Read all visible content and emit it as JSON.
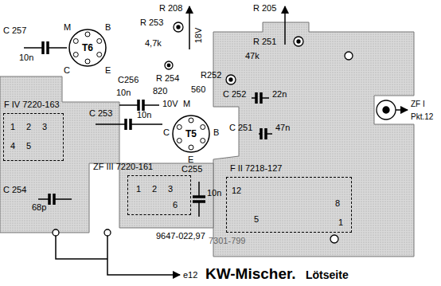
{
  "diagram": {
    "title": "KW-Mischer.",
    "nodes": [
      {
        "text": [
          "T6"
        ]
      },
      {
        "text": [
          "T5"
        ]
      },
      {
        "text": [
          "F IV 7220-163",
          "1",
          "2",
          "3",
          "4",
          "5"
        ]
      },
      {
        "text": [
          "ZF III 7220-161",
          "1",
          "2",
          "3",
          "6"
        ]
      },
      {
        "text": [
          "F II 7218-127",
          "12",
          "8",
          "5",
          "1"
        ]
      }
    ],
    "labels": [
      "R 208",
      "R 205",
      "C 257",
      "10n",
      "M",
      "B",
      "C",
      "E",
      "R 253",
      "4,7k",
      "18V",
      "R 251",
      "47k",
      "C256",
      "10n",
      "R 254",
      "820",
      "R252",
      "560",
      "10V",
      "M",
      "C 252",
      "22n",
      "C 253",
      "10n",
      "C",
      "B",
      "E",
      "C 251",
      "47n",
      "ZF I",
      "Pkt.12",
      "C 254",
      "68p",
      "C255",
      "10n",
      "9647-022,97",
      "7301-799",
      "e12",
      "Lötseite"
    ]
  }
}
